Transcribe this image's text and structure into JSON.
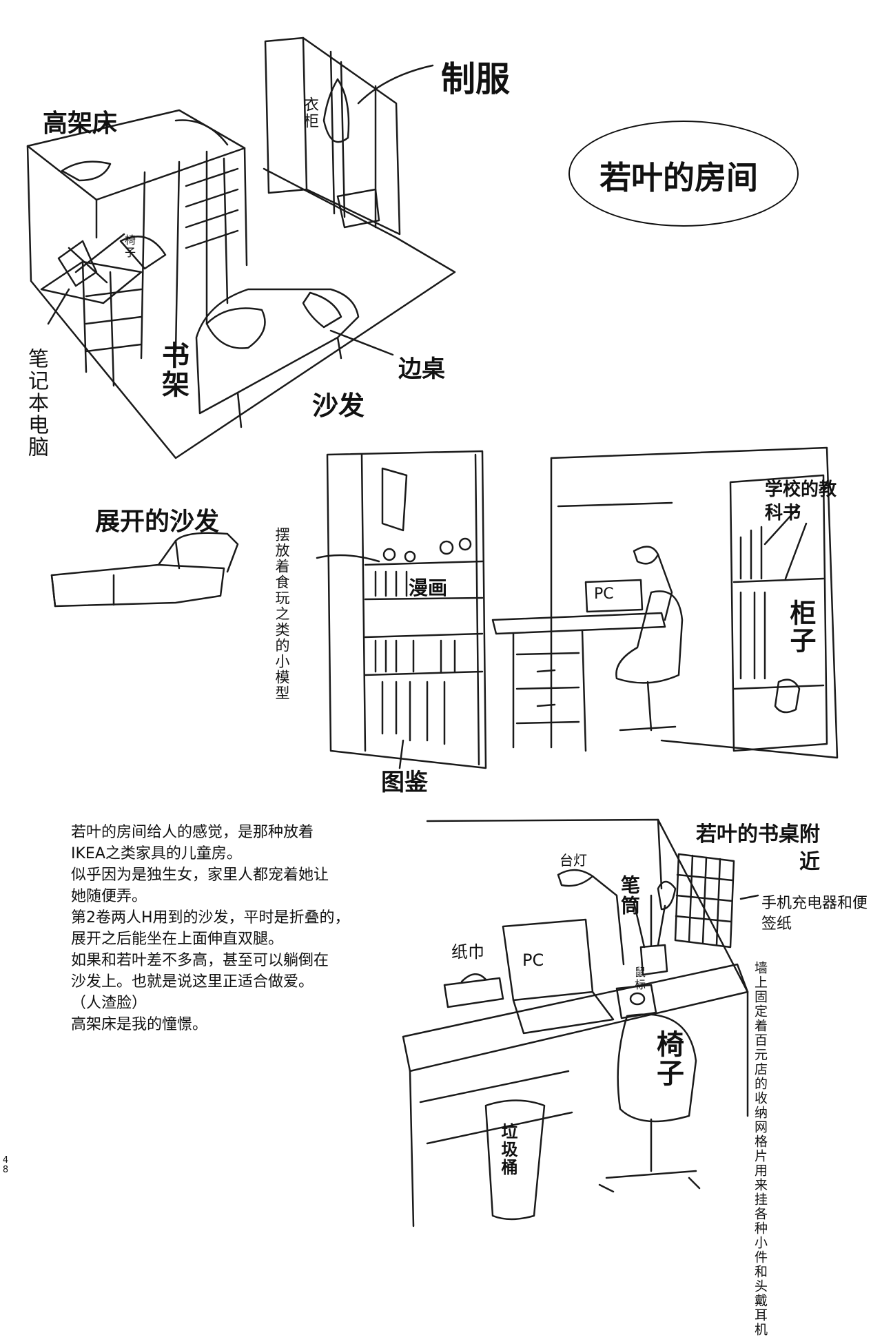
{
  "room_title": "若叶的房间",
  "labels": {
    "loft_bed": "高架床",
    "wardrobe": "衣柜",
    "uniform": "制服",
    "chair_top": "椅子",
    "laptop": "笔记本电脑",
    "bookshelf": "书架",
    "side_table": "边桌",
    "sofa": "沙发",
    "unfolded_sofa": "展开的沙发",
    "figures_note": "摆放着食玩之类的小模型",
    "manga": "漫画",
    "pc_mid": "PC",
    "school_books": "学校的教科书",
    "cabinet": "柜子",
    "encyclopedia": "图鉴",
    "desk_area": "若叶的书桌附近",
    "desk_lamp": "台灯",
    "pen_holder": "笔筒",
    "charger": "手机充电器和便签纸",
    "tissue": "纸巾",
    "pc_bottom": "PC",
    "mousepad": "鼠标",
    "chair_bottom": "椅子",
    "wall_grid_note": "墙上固定着百元店的收纳网格片用来挂各种小件和头戴耳机",
    "trash_can": "垃圾桶"
  },
  "story": [
    "若叶的房间给人的感觉，是那种放着",
    "IKEA之类家具的儿童房。",
    "似乎因为是独生女，家里人都宠着她让",
    "她随便弄。",
    "第2卷两人H用到的沙发，平时是折叠的，",
    "展开之后能坐在上面伸直双腿。",
    "如果和若叶差不多高，甚至可以躺倒在",
    "沙发上。也就是说这里正适合做爱。",
    "（人渣脸）",
    "高架床是我的憧憬。"
  ],
  "page_number": [
    "4",
    "8"
  ]
}
